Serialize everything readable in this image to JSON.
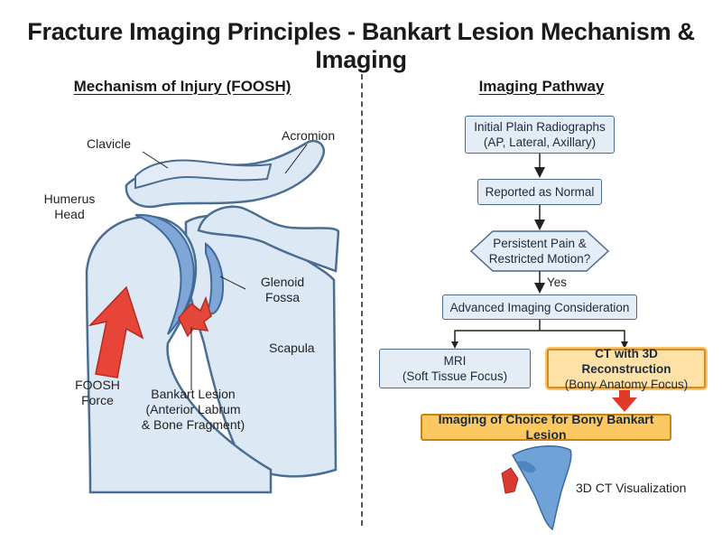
{
  "title": "Fracture Imaging Principles - Bankart Lesion Mechanism & Imaging",
  "left_panel": {
    "heading": "Mechanism of Injury (FOOSH)",
    "labels": {
      "clavicle": "Clavicle",
      "acromion": "Acromion",
      "humerus_head_1": "Humerus",
      "humerus_head_2": "Head",
      "glenoid_1": "Glenoid",
      "glenoid_2": "Fossa",
      "scapula": "Scapula",
      "foosh_1": "FOOSH",
      "foosh_2": "Force",
      "bankart_title": "Bankart Lesion",
      "bankart_sub_1": "(Anterior Labrum",
      "bankart_sub_2": "& Bone Fragment)"
    },
    "colors": {
      "bone": "#dce8f4",
      "outline": "#4a6d92",
      "cartilage": "#7fa6d6",
      "lesion": "#e2473c"
    }
  },
  "right_panel": {
    "heading": "Imaging Pathway",
    "steps": {
      "radiographs_1": "Initial Plain Radiographs",
      "radiographs_2": "(AP, Lateral, Axillary)",
      "normal": "Reported as Normal",
      "decision_1": "Persistent Pain &",
      "decision_2": "Restricted Motion?",
      "yes": "Yes",
      "advanced": "Advanced Imaging Consideration",
      "mri_1": "MRI",
      "mri_2": "(Soft Tissue Focus)",
      "ct_1": "CT with 3D Reconstruction",
      "ct_2": "(Bony Anatomy Focus)",
      "choice": "Imaging of Choice for Bony Bankart Lesion",
      "ct_visual": "3D CT Visualization"
    },
    "colors": {
      "box": "#e4edf6",
      "highlight": "#fde1a6",
      "choice": "#fcc862",
      "arrow_red": "#e23a2a"
    }
  }
}
